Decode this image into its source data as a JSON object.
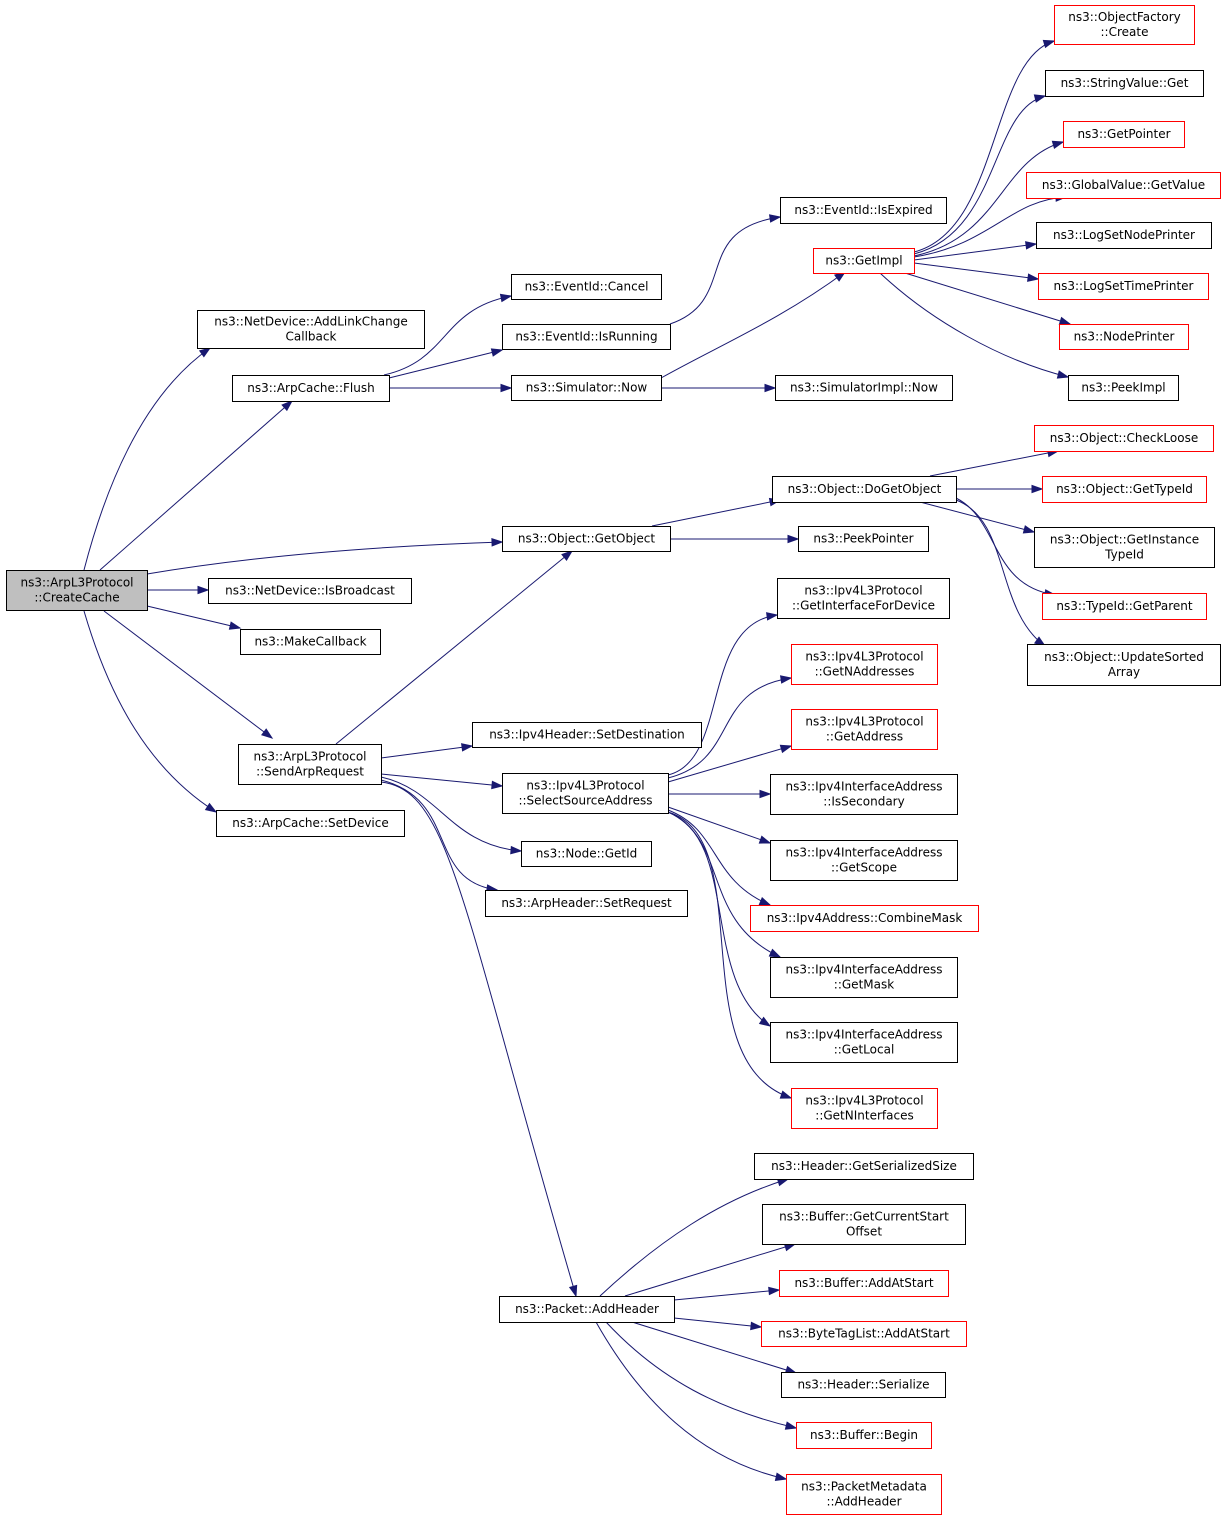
{
  "colors": {
    "edge": "#191970",
    "normal_border": "#000000",
    "truncated_border": "#ff0000",
    "root_fill": "#bfbfbf"
  },
  "nodes": {
    "root": [
      "ns3::ArpL3Protocol",
      "::CreateCache"
    ],
    "netdev_addlink": [
      "ns3::NetDevice::AddLinkChange",
      "Callback"
    ],
    "arpcache_flush": [
      "ns3::ArpCache::Flush"
    ],
    "netdev_isbroadcast": [
      "ns3::NetDevice::IsBroadcast"
    ],
    "makecallback": [
      "ns3::MakeCallback"
    ],
    "sendarprequest": [
      "ns3::ArpL3Protocol",
      "::SendArpRequest"
    ],
    "arpcache_setdevice": [
      "ns3::ArpCache::SetDevice"
    ],
    "eventid_cancel": [
      "ns3::EventId::Cancel"
    ],
    "eventid_isrunning": [
      "ns3::EventId::IsRunning"
    ],
    "simulator_now": [
      "ns3::Simulator::Now"
    ],
    "object_getobject": [
      "ns3::Object::GetObject"
    ],
    "ipv4header_setdest": [
      "ns3::Ipv4Header::SetDestination"
    ],
    "selectsource": [
      "ns3::Ipv4L3Protocol",
      "::SelectSourceAddress"
    ],
    "node_getid": [
      "ns3::Node::GetId"
    ],
    "arpheader_setrequest": [
      "ns3::ArpHeader::SetRequest"
    ],
    "packet_addheader": [
      "ns3::Packet::AddHeader"
    ],
    "eventid_isexpired": [
      "ns3::EventId::IsExpired"
    ],
    "getimpl": [
      "ns3::GetImpl"
    ],
    "simimpl_now": [
      "ns3::SimulatorImpl::Now"
    ],
    "object_dogetobject": [
      "ns3::Object::DoGetObject"
    ],
    "peekpointer": [
      "ns3::PeekPointer"
    ],
    "getinterfacefordevice": [
      "ns3::Ipv4L3Protocol",
      "::GetInterfaceForDevice"
    ],
    "getnaddresses": [
      "ns3::Ipv4L3Protocol",
      "::GetNAddresses"
    ],
    "getaddress": [
      "ns3::Ipv4L3Protocol",
      "::GetAddress"
    ],
    "ifaddr_issecondary": [
      "ns3::Ipv4InterfaceAddress",
      "::IsSecondary"
    ],
    "ifaddr_getscope": [
      "ns3::Ipv4InterfaceAddress",
      "::GetScope"
    ],
    "combinemask": [
      "ns3::Ipv4Address::CombineMask"
    ],
    "ifaddr_getmask": [
      "ns3::Ipv4InterfaceAddress",
      "::GetMask"
    ],
    "ifaddr_getlocal": [
      "ns3::Ipv4InterfaceAddress",
      "::GetLocal"
    ],
    "getninterfaces": [
      "ns3::Ipv4L3Protocol",
      "::GetNInterfaces"
    ],
    "header_getserializedsize": [
      "ns3::Header::GetSerializedSize"
    ],
    "buffer_getcurrentstart": [
      "ns3::Buffer::GetCurrentStart",
      "Offset"
    ],
    "buffer_addatstart": [
      "ns3::Buffer::AddAtStart"
    ],
    "bytetaglist_addatstart": [
      "ns3::ByteTagList::AddAtStart"
    ],
    "header_serialize": [
      "ns3::Header::Serialize"
    ],
    "buffer_begin": [
      "ns3::Buffer::Begin"
    ],
    "packetmetadata_addheader": [
      "ns3::PacketMetadata",
      "::AddHeader"
    ],
    "objectfactory_create": [
      "ns3::ObjectFactory",
      "::Create"
    ],
    "stringvalue_get": [
      "ns3::StringValue::Get"
    ],
    "getpointer": [
      "ns3::GetPointer"
    ],
    "globalvalue_getvalue": [
      "ns3::GlobalValue::GetValue"
    ],
    "logsetnodeprinter": [
      "ns3::LogSetNodePrinter"
    ],
    "logsettimeprinter": [
      "ns3::LogSetTimePrinter"
    ],
    "nodeprinter": [
      "ns3::NodePrinter"
    ],
    "peekimpl": [
      "ns3::PeekImpl"
    ],
    "object_checkloose": [
      "ns3::Object::CheckLoose"
    ],
    "object_gettypeid": [
      "ns3::Object::GetTypeId"
    ],
    "object_getinstancetypeid": [
      "ns3::Object::GetInstance",
      "TypeId"
    ],
    "typeid_getparent": [
      "ns3::TypeId::GetParent"
    ],
    "object_updatesortedarray": [
      "ns3::Object::UpdateSorted",
      "Array"
    ]
  }
}
